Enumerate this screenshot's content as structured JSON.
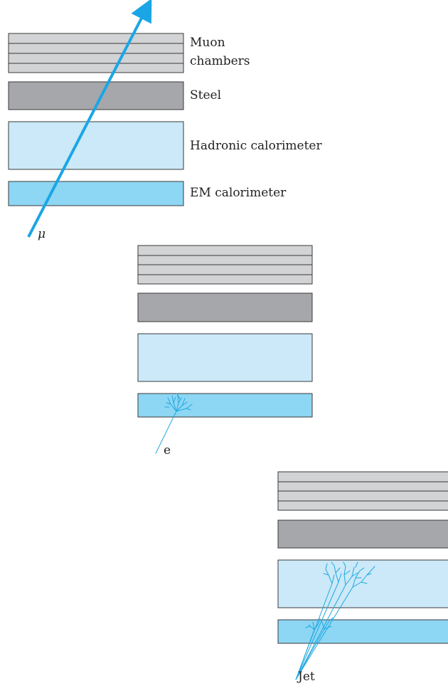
{
  "labels": {
    "muon_chambers_line1": "Muon",
    "muon_chambers_line2": "chambers",
    "steel": "Steel",
    "hadronic_calorimeter": "Hadronic calorimeter",
    "em_calorimeter": "EM calorimeter"
  },
  "particles": {
    "muon": "μ",
    "electron": "e",
    "jet": "Jet"
  },
  "colors": {
    "muon_chamber_fill": "#d2d3d5",
    "steel_fill": "#a6a7aa",
    "hadronic_fill": "#cbe9f8",
    "em_fill": "#8dd6f4",
    "outline": "#3a3a3a",
    "track": "#1fa8e0",
    "muon_track": "#1aa6e6"
  }
}
